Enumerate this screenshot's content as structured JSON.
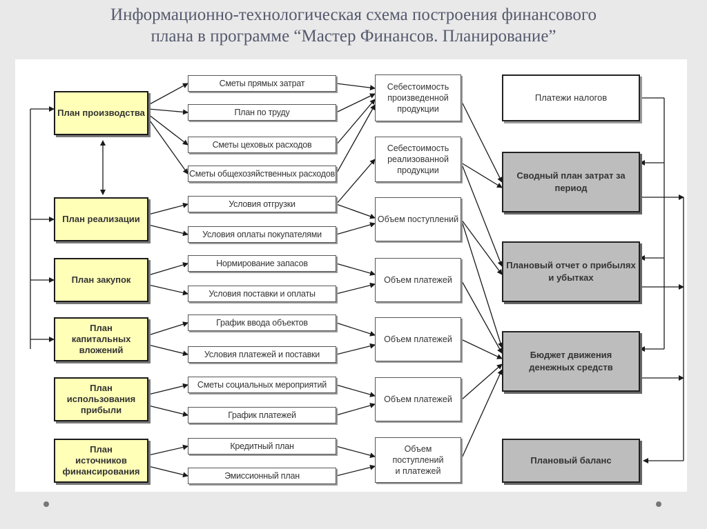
{
  "title_lines": [
    "Информационно-технологическая схема построения финансового",
    "плана в программе “Мастер Финансов. Планирование”"
  ],
  "plans": [
    "План производства",
    "План реализации",
    "План закупок",
    "План\nкапитальных\nвложений",
    "План\nиспользования\nприбыли",
    "План\nисточников\nфинансирования"
  ],
  "middle": [
    "Сметы прямых затрат",
    "План по труду",
    "Сметы цеховых расходов",
    "Сметы общехозяйственных расходов",
    "Условия отгрузки",
    "Условия оплаты покупателями",
    "Нормирование запасов",
    "Условия поставки и оплаты",
    "График ввода объектов",
    "Условия платежей и поставки",
    "Сметы социальных мероприятий",
    "График платежей",
    "Кредитный план",
    "Эмиссионный план"
  ],
  "results": [
    "Себестоимость\nпроизведенной\nпродукции",
    "Себестоимость\nреализованной\nпродукции",
    "Объем поступлений",
    "Объем платежей",
    "Объем платежей",
    "Объем платежей",
    "Объем\nпоступлений\nи платежей"
  ],
  "outputs": [
    "Платежи налогов",
    "Сводный план затрат за\nпериод",
    "Плановый отчет о прибылях\nи убытках",
    "Бюджет движения\nденежных средств",
    "Плановый баланс"
  ]
}
